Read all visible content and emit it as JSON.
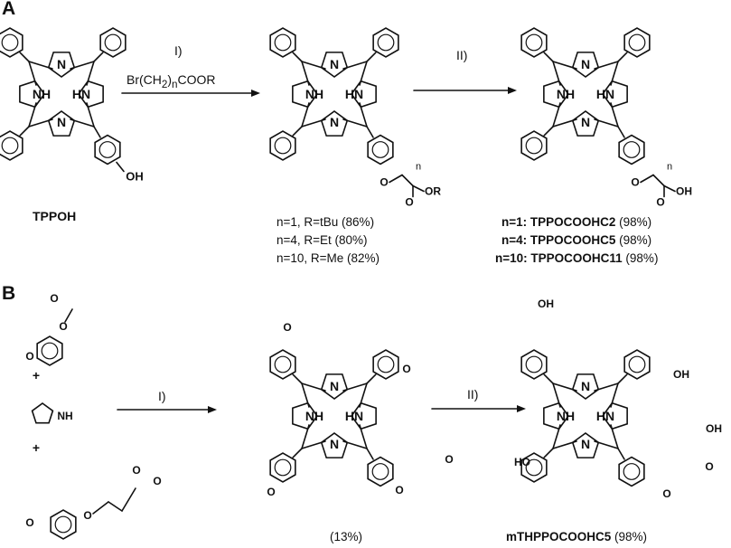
{
  "panel_a": {
    "label": "A",
    "step1_label": "I)",
    "step1_reagent": {
      "pre": "Br(CH",
      "sub1": "2",
      "mid": ")",
      "sub2": "n",
      "post": "COOR"
    },
    "step2_label": "II)",
    "start_name": "TPPOH",
    "start_oh": "OH",
    "nh": "NH",
    "hn": "HN",
    "n": "N",
    "ester_n": "n",
    "ester_o": "O",
    "ester_or": "OR",
    "acid_n": "n",
    "acid_o": "O",
    "acid_oh": "OH",
    "ester_products": [
      "n=1, R=tBu (86%)",
      "n=4, R=Et (80%)",
      "n=10, R=Me (82%)"
    ],
    "acid_products": [
      {
        "name": "n=1: TPPOCOOHC2",
        "yield": " (98%)"
      },
      {
        "name": "n=4: TPPOCOOHC5",
        "yield": " (98%)"
      },
      {
        "name": "n=10: TPPOCOOHC11",
        "yield": " (98%)"
      }
    ]
  },
  "panel_b": {
    "label": "B",
    "step1_label": "I)",
    "step2_label": "II)",
    "plus": "+",
    "pyrrole_nh": "NH",
    "o": "O",
    "oh": "OH",
    "ho": "HO",
    "intermediate_yield": "(13%)",
    "product": {
      "name": "mTHPPOCOOHC5",
      "yield": " (98%)"
    }
  }
}
